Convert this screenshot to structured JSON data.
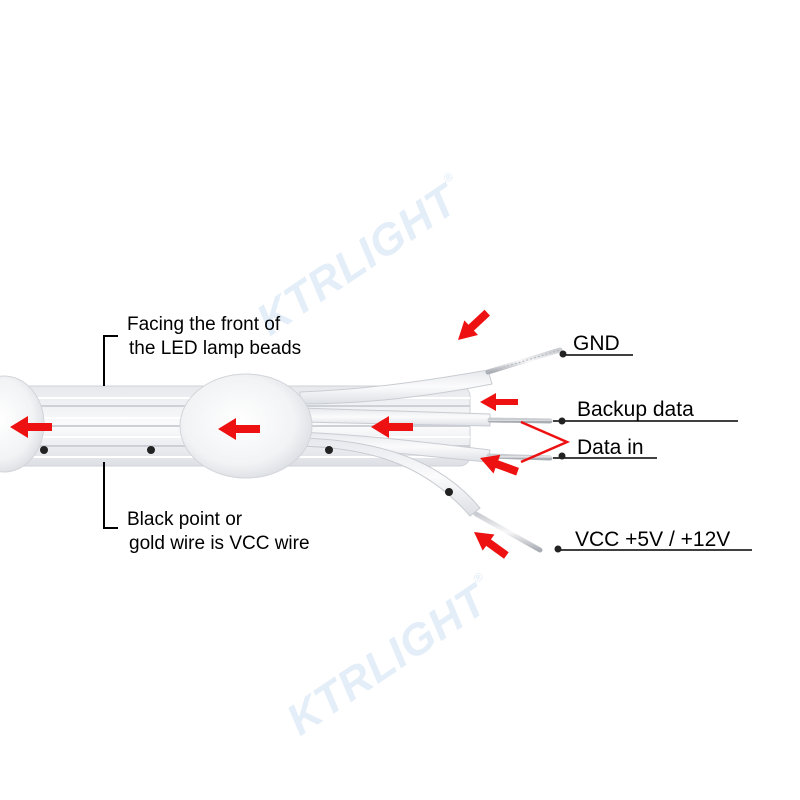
{
  "annotations": {
    "top_note_line1": "Facing the front of",
    "top_note_line2": "the LED lamp beads",
    "bottom_note_line1": "Black point or",
    "bottom_note_line2": "gold wire is VCC wire"
  },
  "wires": {
    "gnd": "GND",
    "backup_data": "Backup data",
    "data_in": "Data in",
    "vcc": "VCC +5V / +12V"
  },
  "watermark": {
    "brand": "KTRLIGHT",
    "registered": "®"
  },
  "colors": {
    "arrow": "#ee1111",
    "cable": "#f0f1f3",
    "cable_edge": "#c9ccd2",
    "watermark": "#e4eef8",
    "text": "#000000"
  }
}
